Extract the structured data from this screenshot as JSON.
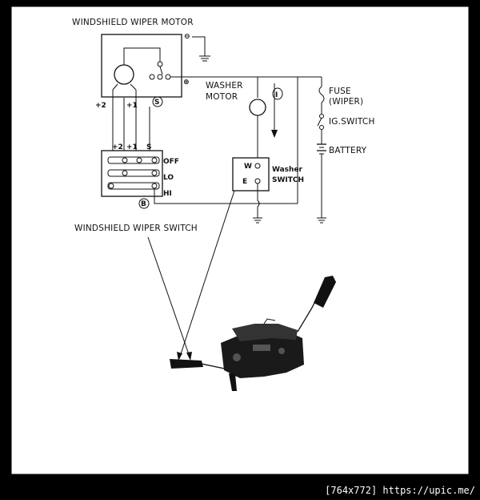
{
  "diagram": {
    "title_motor": "WINDSHIELD WIPER MOTOR",
    "minus_symbol": "⊖",
    "plus_symbol": "⊕",
    "motor_terminal_plus2": "+2",
    "motor_terminal_plus1": "+1",
    "motor_terminal_s": "S",
    "washer_motor_line1": "WASHER",
    "washer_motor_line2": "MOTOR",
    "washer_motor_mark": "I",
    "fuse_line1": "FUSE",
    "fuse_line2": "(WIPER)",
    "ig_switch": "IG.SWITCH",
    "battery": "BATTERY",
    "switch_terminal_plus2": "+2",
    "switch_terminal_plus1": "+1",
    "switch_terminal_s": "S",
    "pos_off": "OFF",
    "pos_lo": "LO",
    "pos_hi": "HI",
    "terminal_b": "B",
    "washer_terminal_w": "W",
    "washer_terminal_e": "E",
    "washer_switch_line1": "Washer",
    "washer_switch_line2": "SWITCH",
    "wiper_switch_label": "WINDSHIELD WIPER SWITCH"
  },
  "footer": {
    "watermark": "[764x772] https://upic.me/"
  },
  "colors": {
    "ink": "#111111",
    "paper": "#ffffff",
    "border": "#000000"
  }
}
